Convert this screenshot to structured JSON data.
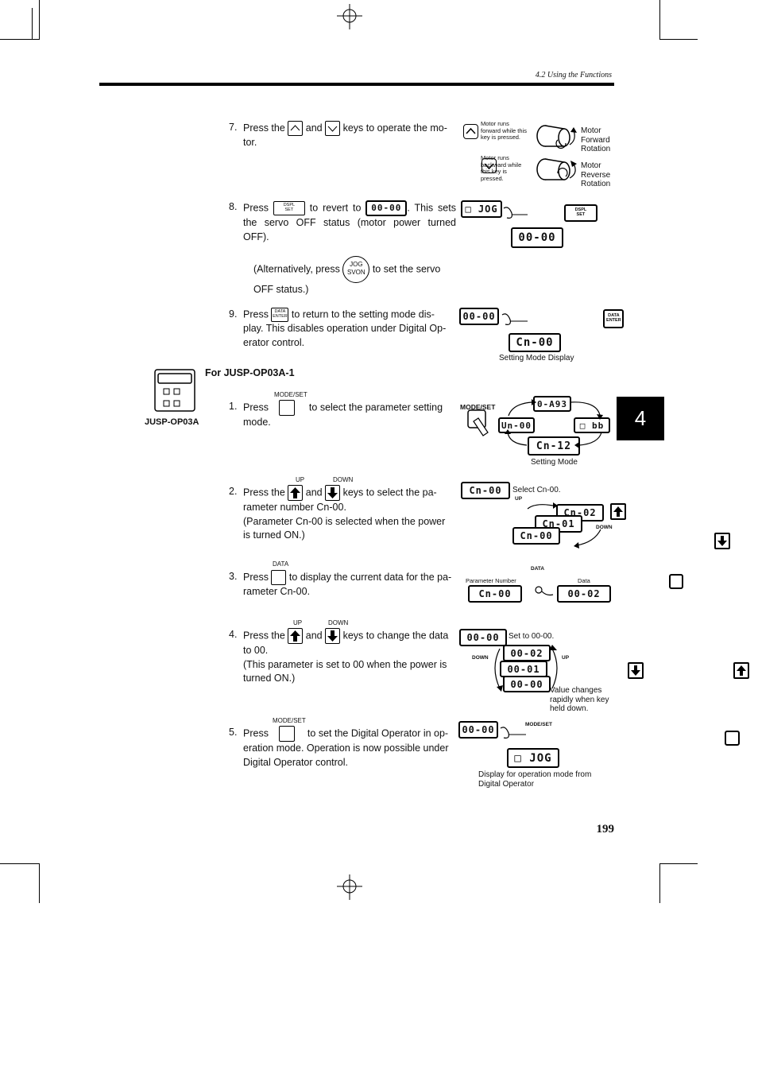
{
  "header": {
    "running_title": "4.2 Using the Functions",
    "page_number": "199",
    "chapter_tab": "4"
  },
  "steps_a": {
    "s7": {
      "num": "7.",
      "pre": "Press the",
      "mid": "and",
      "post": "keys to operate the mo-\ntor.",
      "fwd_note": "Motor runs forward while this key is pressed.",
      "rev_note": "Motor runs backward while this key is pressed.",
      "fwd_label": "Motor\nForward\nRotation",
      "rev_label": "Motor\nReverse\nRotation"
    },
    "s8": {
      "num": "8.",
      "pre": "Press",
      "mid": "to revert to",
      "lcd": "00-00",
      "post": ". This sets the servo OFF status (motor power turned OFF).",
      "alt_pre": "(Alternatively, press",
      "alt_post": "to set the servo\nOFF status.)",
      "key_dspl": "DSPL",
      "key_set": "SET",
      "key_jog": "JOG",
      "key_svon": "SVON",
      "lcd_jog": "□ JOG",
      "lcd_result": "00-00"
    },
    "s9": {
      "num": "9.",
      "pre": "Press",
      "post": "to return to the setting mode dis-\nplay. This disables operation under Digital Op-\nerator control.",
      "key_data": "DATA",
      "key_enter": "ENTER",
      "lcd_from": "00-00",
      "lcd_to": "Cn-00",
      "caption": "Setting Mode Display"
    }
  },
  "section": {
    "title": "For JUSP-OP03A-1",
    "device_label": "JUSP-OP03A"
  },
  "steps_b": {
    "s1": {
      "num": "1.",
      "key_label": "MODE/SET",
      "pre": "Press",
      "post": "to select the parameter setting\nmode.",
      "lcd_top": "0-A93",
      "lcd_left": "Un-00",
      "lcd_right": "□ bb",
      "lcd_bottom": "Cn-12",
      "key_caption": "MODE/SET",
      "caption": "Setting Mode"
    },
    "s2": {
      "num": "2.",
      "up": "UP",
      "down": "DOWN",
      "pre": "Press the",
      "mid": "and",
      "post": "keys to select the pa-\nrameter number Cn-00.\n(Parameter Cn-00 is selected when the power\nis turned ON.)",
      "lcd_main": "Cn-00",
      "note": "Select Cn-00.",
      "lcd_a": "Cn-02",
      "lcd_b": "Cn-01",
      "lcd_c": "Cn-00"
    },
    "s3": {
      "num": "3.",
      "key_label": "DATA",
      "pre": "Press",
      "post": "to display the current data for the pa-\nrameter Cn-00.",
      "param_label": "Parameter Number",
      "data_label": "Data",
      "lcd_param": "Cn-00",
      "lcd_data": "00-02"
    },
    "s4": {
      "num": "4.",
      "up": "UP",
      "down": "DOWN",
      "pre": "Press the",
      "mid": "and",
      "post": "keys to change the data\nto 00.\n(This parameter is set to 00 when the power is\nturned ON.)",
      "lcd_main": "00-00",
      "note": "Set to 00-00.",
      "lcd_a": "00-02",
      "lcd_b": "00-01",
      "lcd_c": "00-00",
      "rapid_note": "Value changes\nrapidly when key\nheld down."
    },
    "s5": {
      "num": "5.",
      "key_label": "MODE/SET",
      "pre": "Press",
      "post": "to set the Digital Operator in op-\neration mode. Operation is now possible under\nDigital Operator control.",
      "lcd_from": "00-00",
      "lcd_to": "□ JOG",
      "key_caption": "MODE/SET",
      "caption": "Display for operation mode from\nDigital Operator"
    }
  }
}
